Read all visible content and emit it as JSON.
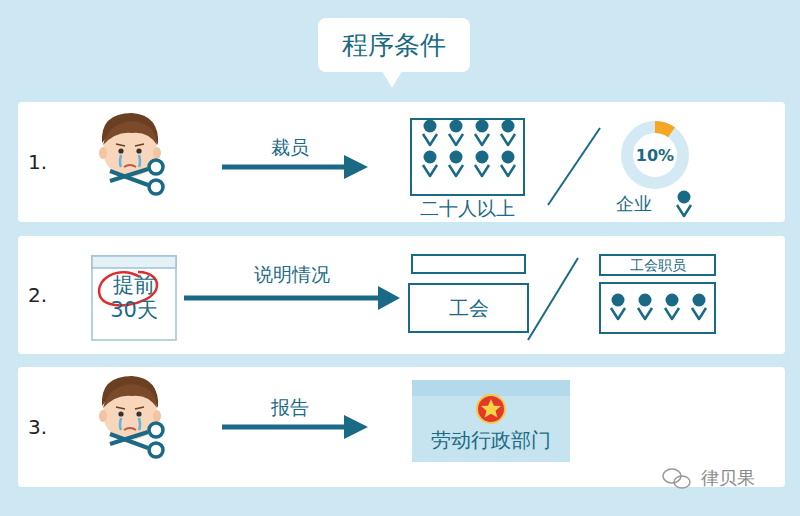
{
  "diagram": {
    "title": "程序条件",
    "nodes": [
      {
        "text": [
          "程序条件"
        ]
      },
      {
        "text": [
          "1."
        ]
      },
      {
        "text": [
          "二十人以上"
        ],
        "in": 1
      },
      {
        "text": [
          "10%",
          "企业"
        ],
        "in": 1
      },
      {
        "text": [
          "2."
        ]
      },
      {
        "text": [
          "提前 30天"
        ],
        "in": 4
      },
      {
        "text": [
          "工会"
        ],
        "in": 4
      },
      {
        "text": [
          "工会职员"
        ],
        "in": 4
      },
      {
        "text": [
          "3."
        ]
      },
      {
        "text": [
          "劳动行政部门"
        ],
        "in": 8
      }
    ],
    "edges": [
      {
        "from": 5,
        "to": 6,
        "label": "说明情况",
        "arrow": "to"
      }
    ],
    "labels": [
      "裁员",
      "报告",
      "律贝果"
    ]
  }
}
